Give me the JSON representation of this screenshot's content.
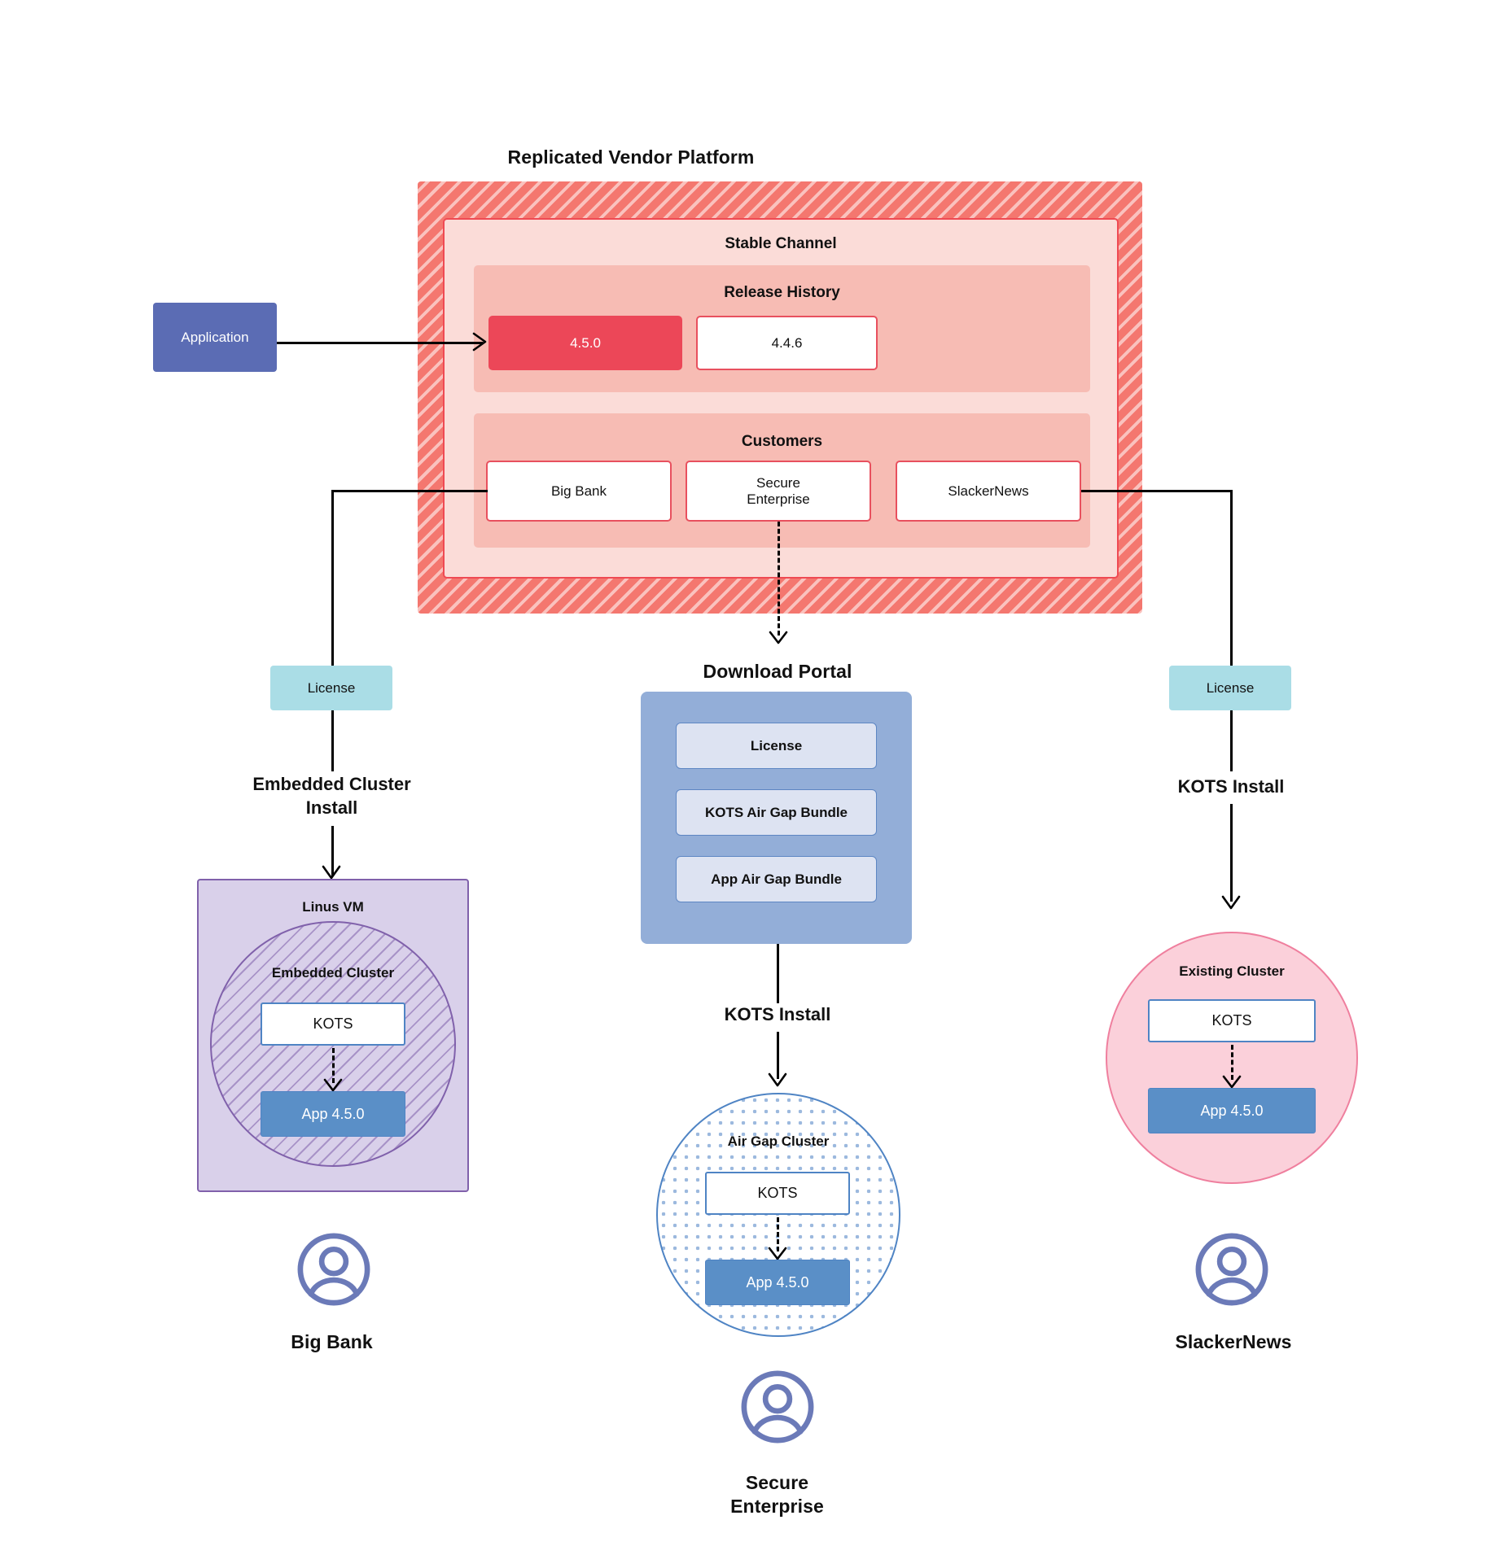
{
  "diagram": {
    "title": "Replicated Vendor Platform",
    "vendor_platform": {
      "label": "Replicated Vendor Platform",
      "channel": {
        "label": "Stable Channel",
        "release_history": {
          "label": "Release History",
          "releases": [
            {
              "version": "4.5.0",
              "state": "current"
            },
            {
              "version": "4.4.6",
              "state": "previous"
            }
          ]
        },
        "customers": {
          "label": "Customers",
          "items": [
            {
              "name": "Big Bank"
            },
            {
              "name": "Secure\nEnterprise"
            },
            {
              "name": "SlackerNews"
            }
          ]
        }
      }
    },
    "application_node": {
      "label": "Application"
    },
    "download_portal": {
      "title": "Download  Portal",
      "items": [
        {
          "label": "License"
        },
        {
          "label": "KOTS Air Gap Bundle"
        },
        {
          "label": "App Air Gap Bundle"
        }
      ]
    },
    "branches": {
      "left": {
        "license_label": "License",
        "install_label": "Embedded Cluster\nInstall",
        "host_label": "Linus VM",
        "cluster_label": "Embedded Cluster",
        "kots_label": "KOTS",
        "app_label": "App 4.5.0",
        "customer_label": "Big Bank",
        "avatar_icon": "user-avatar-icon"
      },
      "middle": {
        "install_label": "KOTS Install",
        "cluster_label": "Air Gap Cluster",
        "kots_label": "KOTS",
        "app_label": "App 4.5.0",
        "customer_label": "Secure\nEnterprise",
        "avatar_icon": "user-avatar-icon"
      },
      "right": {
        "license_label": "License",
        "install_label": "KOTS Install",
        "cluster_label": "Existing Cluster",
        "kots_label": "KOTS",
        "app_label": "App 4.5.0",
        "customer_label": "SlackerNews",
        "avatar_icon": "user-avatar-icon"
      }
    },
    "colors": {
      "vendor_hatch": "#f4776f",
      "channel_fill": "#fbdcd8",
      "band_fill": "#f7bcb4",
      "release_current": "#ec4758",
      "release_border": "#e8505e",
      "application": "#5b6cb4",
      "license": "#aadde6",
      "portal": "#93aed8",
      "portal_item": "#dde3f2",
      "vm_fill": "#d9d0ea",
      "vm_border": "#8061ab",
      "airgap_border": "#4f84c4",
      "existing_fill": "#fbd0da",
      "existing_border": "#ef7f9e",
      "app_version": "#5a8fc7",
      "avatar": "#6b7ab8"
    }
  }
}
